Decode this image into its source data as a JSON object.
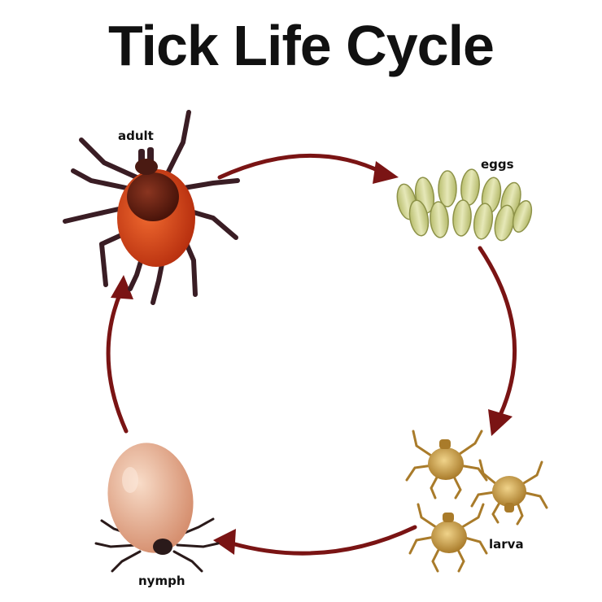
{
  "title": "Tick Life Cycle",
  "stages": {
    "adult": "adult",
    "eggs": "eggs",
    "larva": "larva",
    "nymph": "nymph"
  },
  "colors": {
    "arrow": "#7a1414",
    "adult_body": "#d2461c",
    "adult_shield": "#5a1e10",
    "legs": "#3a1d24",
    "eggs": "#cfd49a",
    "larva": "#c9a34e",
    "nymph_body": "#e8b49a"
  }
}
